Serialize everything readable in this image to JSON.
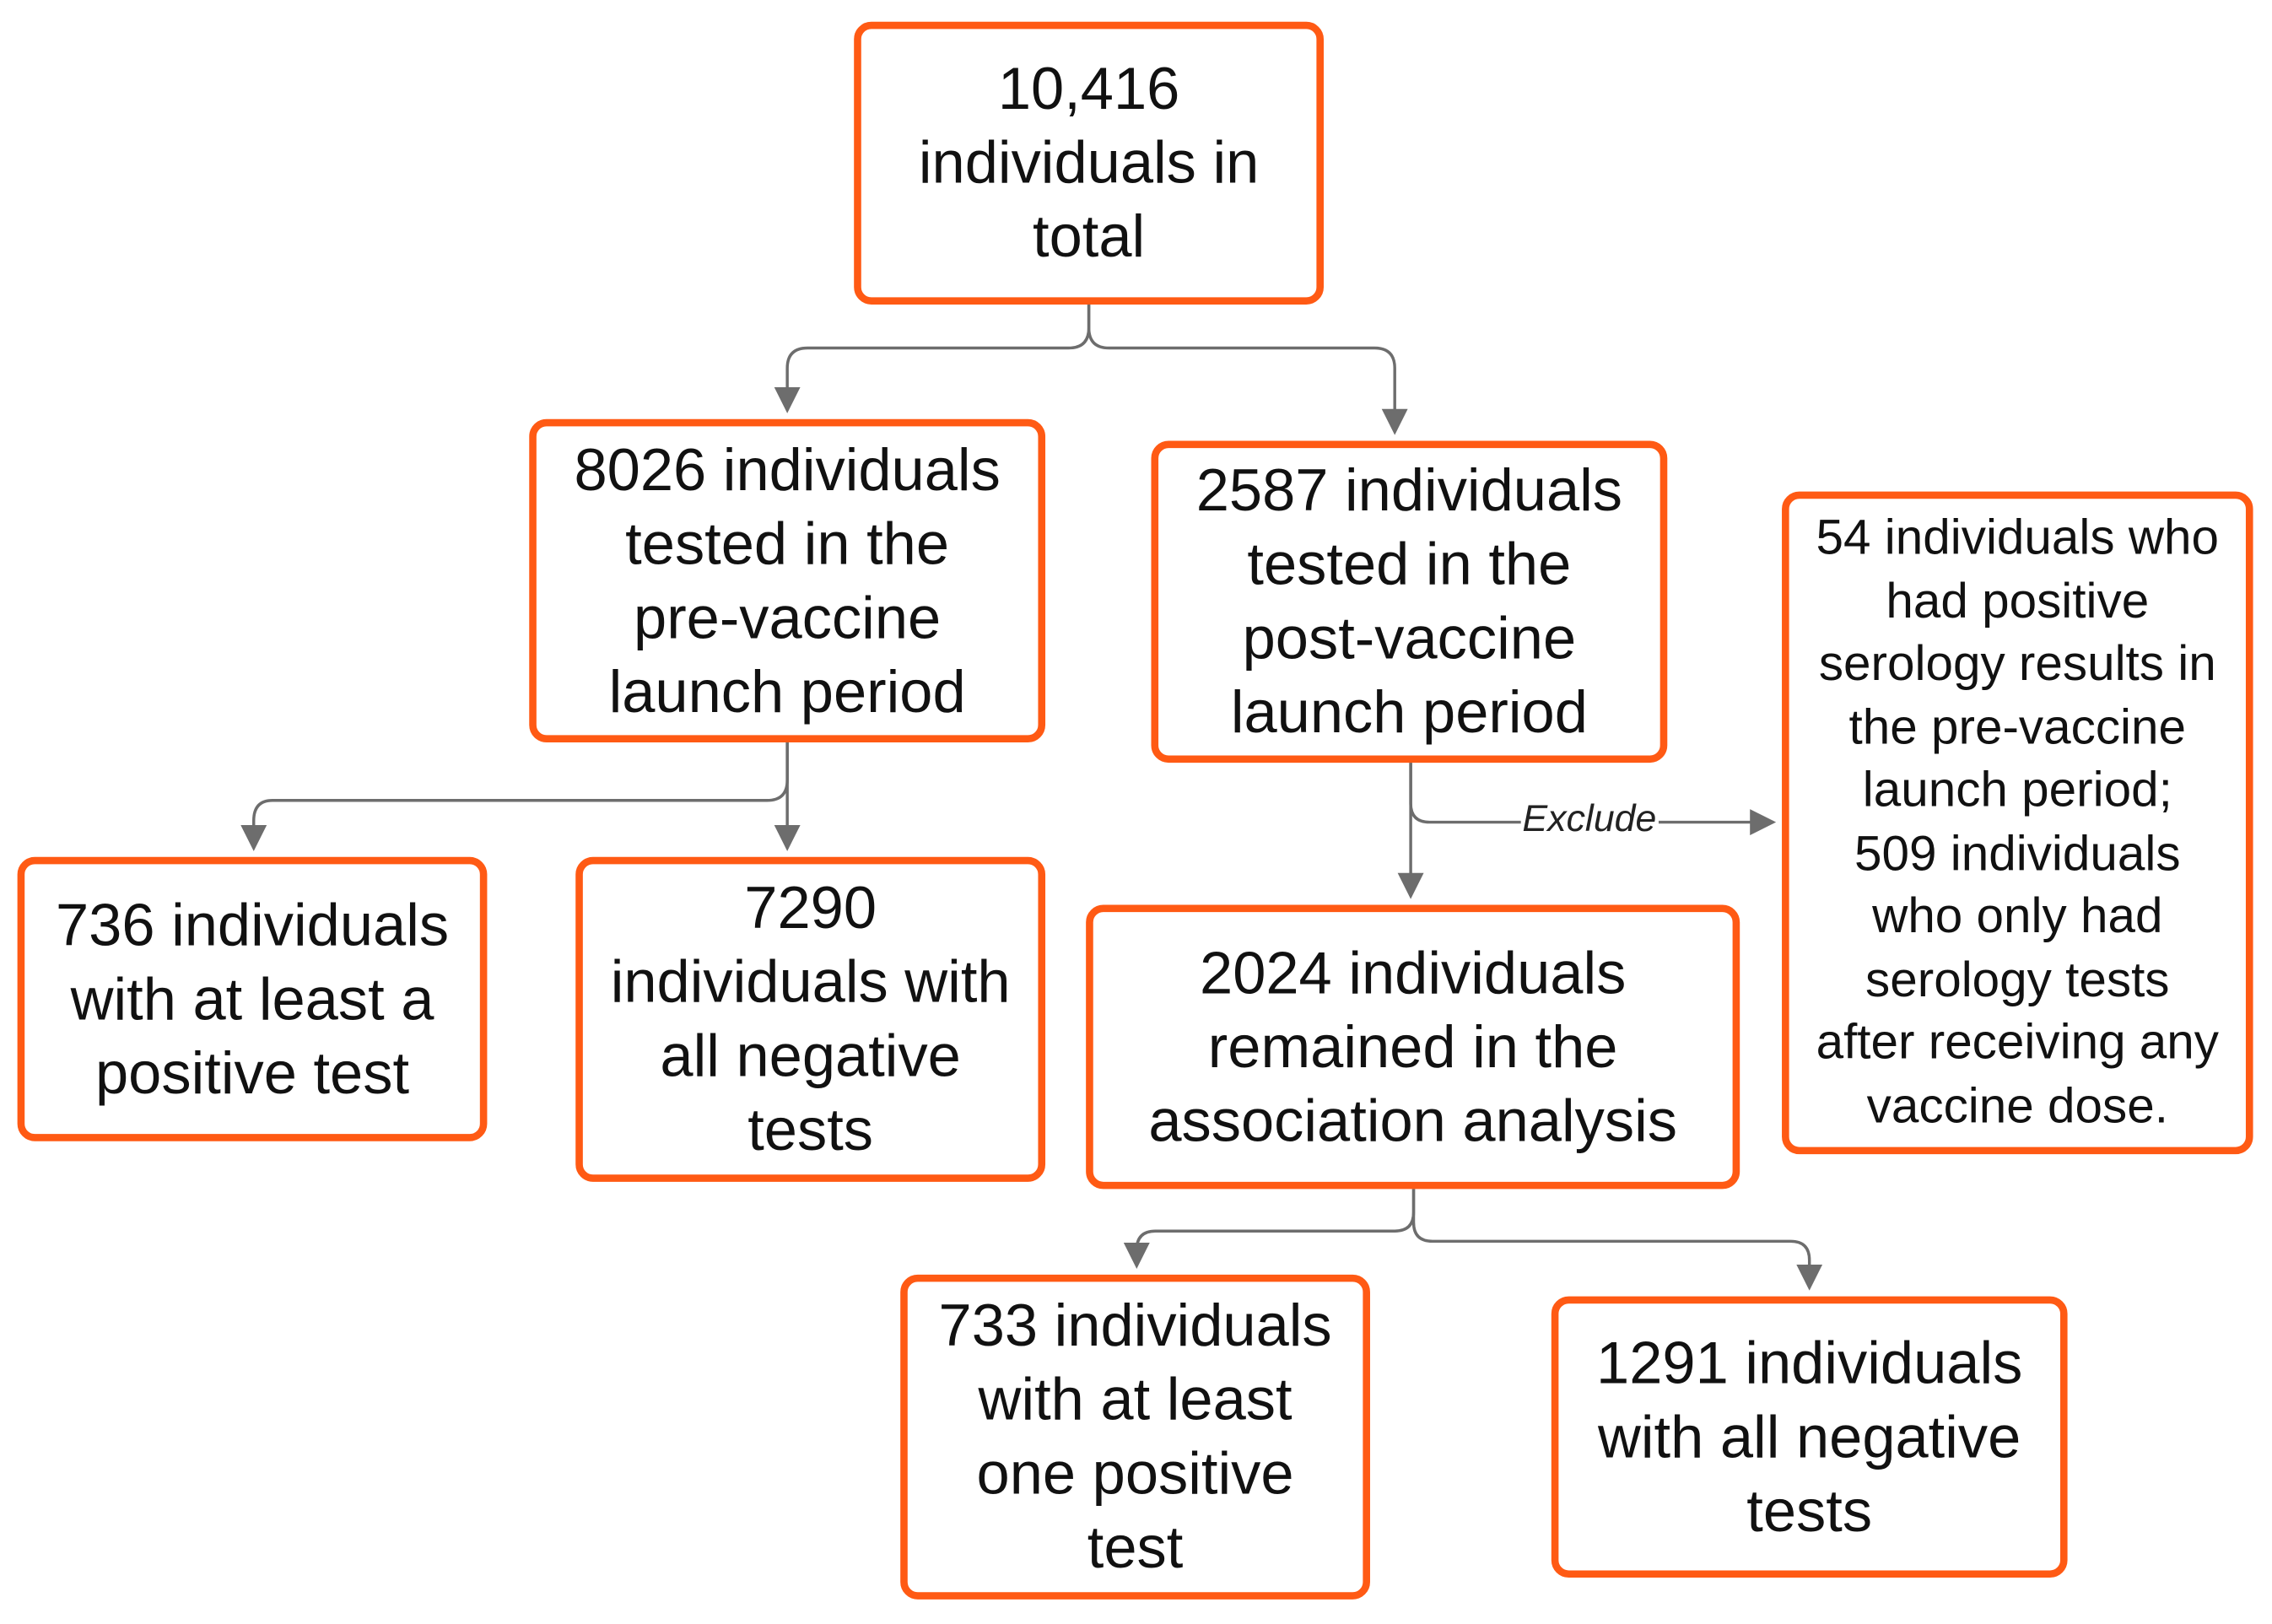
{
  "boxes": {
    "total": "10,416\nindividuals in\ntotal",
    "pre_vaccine": "8026 individuals\ntested in the\npre-vaccine\nlaunch period",
    "post_vaccine": "2587 individuals\ntested in the\npost-vaccine\nlaunch period",
    "excluded": "54 individuals who\nhad positive\nserology results in\nthe pre-vaccine\nlaunch period;\n509 individuals\nwho only had\nserology tests\nafter receiving any\nvaccine dose.",
    "pre_positive": "736 individuals\nwith at least a\npositive test",
    "pre_negative": "7290\nindividuals with\nall negative\ntests",
    "remained": "2024 individuals\nremained in the\nassociation analysis",
    "post_positive": "733 individuals\nwith at least\none positive\ntest",
    "post_negative": "1291 individuals\nwith all negative\ntests"
  },
  "edge_labels": {
    "exclude": "Exclude"
  },
  "colors": {
    "box_border": "#ff5a14",
    "connector": "#6d6d6d",
    "text": "#111111"
  }
}
